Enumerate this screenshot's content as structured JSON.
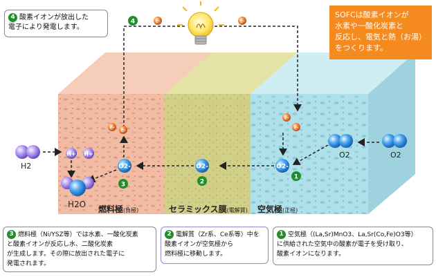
{
  "note": {
    "lines": [
      "SOFCは酸素イオンが",
      "水素や一酸化炭素と",
      "反応し、電気と熱（お湯）",
      "をつくります。"
    ]
  },
  "callouts": {
    "c4": {
      "num": "4",
      "lines": [
        "酸素イオンが放出した",
        "電子により発電します。"
      ]
    },
    "c3": {
      "num": "3",
      "lines": [
        "燃料極（Ni/YSZ等）では水素、一酸化炭素",
        "と酸素イオンが反応し水、二酸化炭素",
        "が生成します。その際に放出された電子に",
        "発電されます。"
      ]
    },
    "c2": {
      "num": "2",
      "lines": [
        "電解質（Zr系、Ce系等）中を",
        "酸素イオンが空気極から",
        "燃料極に移動します。"
      ]
    },
    "c1": {
      "num": "1",
      "lines": [
        "空気極（(La,Sr)MnO3、La,Sr(Co,Fe)O3等）",
        "に供給された空気中の酸素が電子を受け取り、",
        "酸素イオンになります。"
      ]
    }
  },
  "labels": {
    "fuel": "燃料極",
    "fuel_sub": "(負極)",
    "electrolyte": "セラミックス膜",
    "electrolyte_sub": "(電解質)",
    "air": "空気極",
    "air_sub": "(正極)"
  },
  "molecules": {
    "h2": "H2",
    "h2o": "H2O",
    "o2a": "O2",
    "o2b": "O2",
    "hplus": "H+",
    "o2ion": "O2-",
    "electron": "e-"
  },
  "steps": [
    "1",
    "2",
    "3",
    "4"
  ],
  "colors": {
    "fuel": "#f0b8a0",
    "electrolyte": "#d2d08a",
    "air": "#aee0ea",
    "note": "#f58a1f",
    "step": "#1f8f2a",
    "electron": "#f07a2a",
    "oxygen": "#2e8fe0",
    "hydrogen": "#a888e0"
  }
}
